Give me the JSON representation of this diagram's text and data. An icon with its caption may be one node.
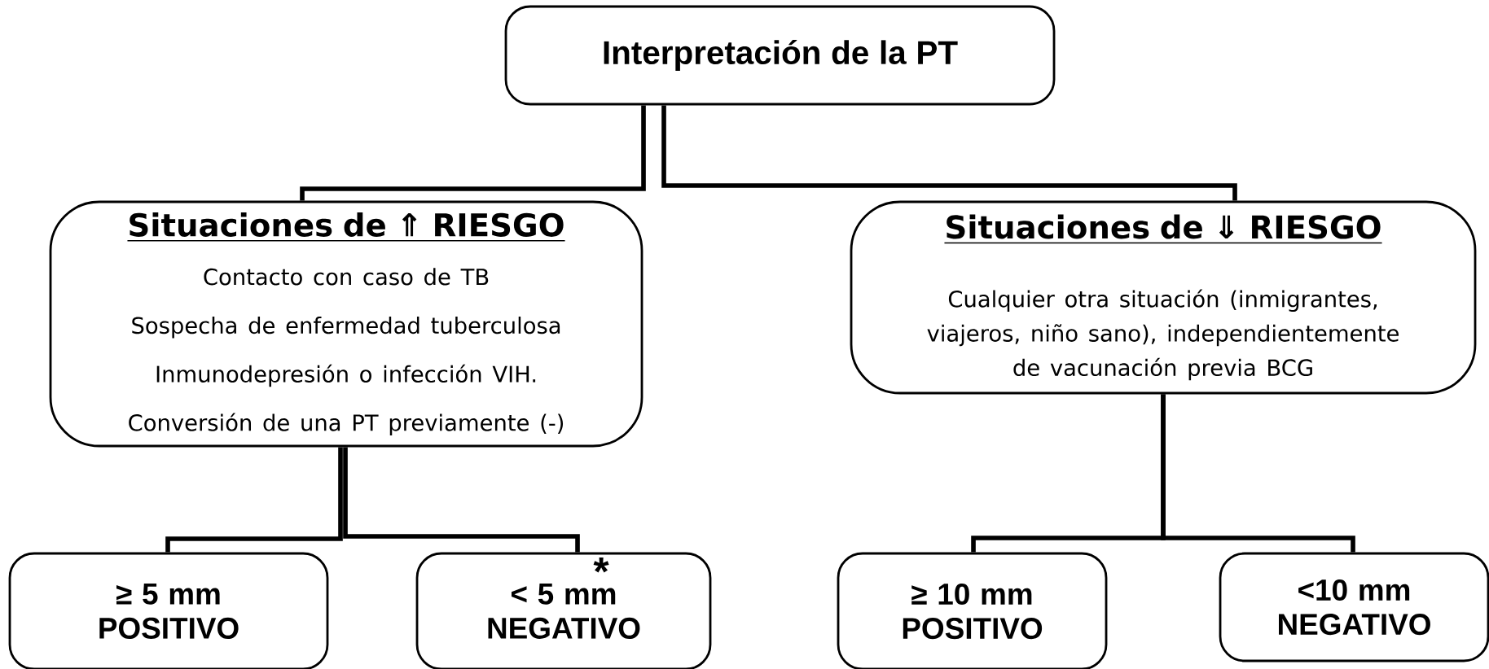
{
  "diagram": {
    "nodes": [
      {
        "text": [
          "Interpretación de la PT"
        ]
      },
      {
        "text": [
          "Situaciones de ⇑ RIESGO",
          "Contacto con caso de TB",
          "Sospecha de enfermedad tuberculosa",
          "Inmunodepresión o infección VIH.",
          "Conversión de una PT previamente (-)"
        ]
      },
      {
        "text": [
          "Situaciones de ⇓ RIESGO",
          "Cualquier otra situación (inmigrantes, viajeros, niño sano), independientemente de vacunación previa BCG"
        ]
      },
      {
        "text": [
          "≥ 5 mm",
          "POSITIVO"
        ]
      },
      {
        "text": [
          "< 5 mm",
          "NEGATIVO"
        ]
      },
      {
        "text": [
          "≥ 10 mm",
          "POSITIVO"
        ]
      },
      {
        "text": [
          "<10 mm",
          "NEGATIVO"
        ]
      }
    ],
    "edges": [
      {
        "from": 0,
        "to": 1,
        "arrow": "none"
      },
      {
        "from": 0,
        "to": 2,
        "arrow": "none"
      },
      {
        "from": 1,
        "to": 3,
        "arrow": "none"
      },
      {
        "from": 1,
        "to": 4,
        "arrow": "none"
      },
      {
        "from": 2,
        "to": 5,
        "arrow": "none"
      },
      {
        "from": 2,
        "to": 6,
        "arrow": "none"
      }
    ],
    "labels": [
      "*"
    ]
  }
}
